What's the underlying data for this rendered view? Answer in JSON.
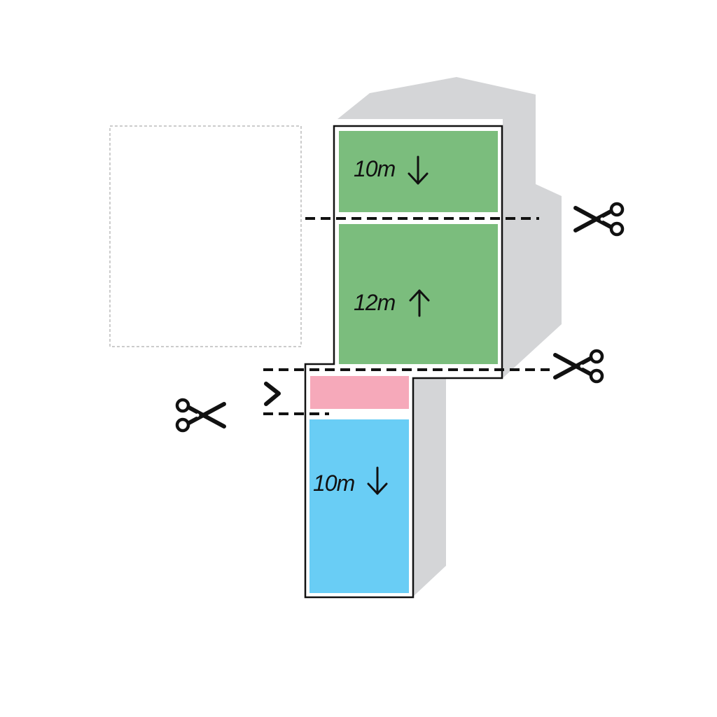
{
  "diagram": {
    "segments": [
      {
        "id": "top",
        "label": "10m",
        "direction": "down",
        "color": "#7bbd7d"
      },
      {
        "id": "middle",
        "label": "12m",
        "direction": "up",
        "color": "#7bbd7d"
      },
      {
        "id": "connector",
        "label": "",
        "direction": "none",
        "color": "#f6a9ba"
      },
      {
        "id": "bottom",
        "label": "10m",
        "direction": "down",
        "color": "#69cdf5"
      }
    ],
    "colors": {
      "shadow": "#d4d5d7",
      "outline": "#111111",
      "placeholder_border": "#bbbbbb"
    },
    "icons": [
      "scissors-icon",
      "scissors-icon",
      "scissors-icon",
      "chevron-right-icon"
    ]
  }
}
